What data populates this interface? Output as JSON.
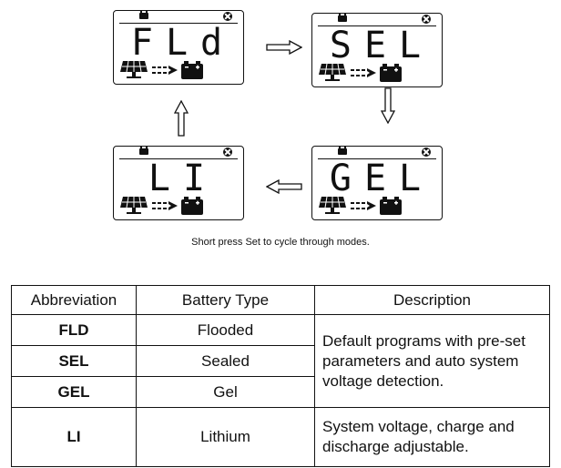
{
  "lcd_panels": [
    {
      "mode": "FLd"
    },
    {
      "mode": "SEL"
    },
    {
      "mode": "GEL"
    },
    {
      "mode": "LI"
    }
  ],
  "icons": {
    "header_left": "battery-icon",
    "header_right": "tools-icon",
    "bottom": [
      "solar-panel-icon",
      "charge-flow-arrow-icon",
      "battery-icon"
    ]
  },
  "caption": "Short press Set to cycle through modes.",
  "table": {
    "headers": [
      "Abbreviation",
      "Battery Type",
      "Description"
    ],
    "rows": [
      {
        "abbr": "FLD",
        "type": "Flooded"
      },
      {
        "abbr": "SEL",
        "type": "Sealed"
      },
      {
        "abbr": "GEL",
        "type": "Gel"
      },
      {
        "abbr": "LI",
        "type": "Lithium"
      }
    ],
    "desc_group": "Default programs with pre-set parameters and auto system voltage detection.",
    "desc_lithium": "System voltage, charge and discharge adjustable."
  }
}
